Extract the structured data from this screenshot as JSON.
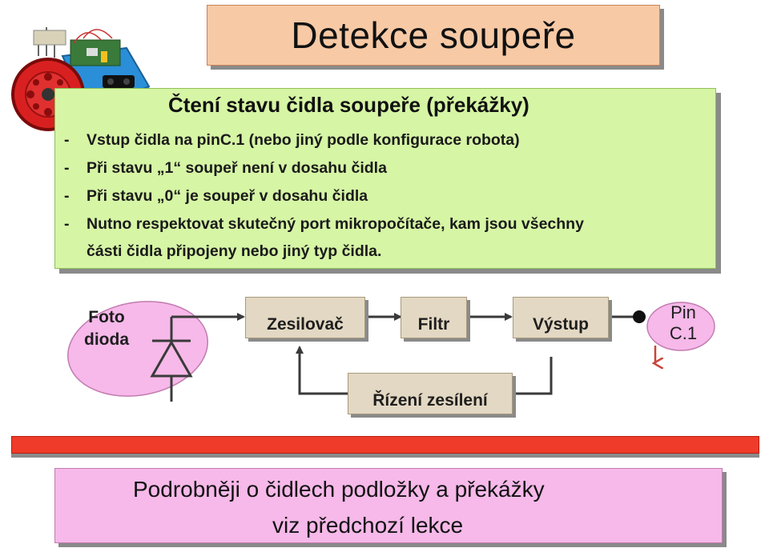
{
  "title": "Detekce soupeře",
  "robot_image": "robot-photo",
  "info": {
    "heading": "Čtení stavu čidla soupeře (překážky)",
    "lines": [
      {
        "dash": "-",
        "text": "Vstup čidla na pinC.1 (nebo jiný podle konfigurace robota)"
      },
      {
        "dash": "-",
        "text": "Při stavu „1“ soupeř není v dosahu čidla"
      },
      {
        "dash": "-",
        "text": "Při stavu „0“ je soupeř v dosahu čidla"
      },
      {
        "dash": "-",
        "text": "Nutno respektovat skutečný port mikropočítače, kam jsou všechny"
      },
      {
        "dash": "",
        "text": "části čidla připojeny nebo jiný typ čidla."
      }
    ]
  },
  "diagram": {
    "photodiode_label_1": "Foto",
    "photodiode_label_2": "dioda",
    "zesilovac": "Zesilovač",
    "filtr": "Filtr",
    "vystup": "Výstup",
    "rizeni": "Řízení zesílení",
    "pin_1": "Pin",
    "pin_2": "C.1"
  },
  "footer": {
    "line1": "Podrobněji o čidlech podložky a překážky",
    "line2": "viz předchozí lekce"
  },
  "colors": {
    "title_bg": "#f7c9a5",
    "info_bg": "#d6f5a5",
    "block_bg": "#e3d8c3",
    "ellipse_bg": "#f6b9e9",
    "red_bar": "#ee3b2a",
    "footer_bg": "#f6b9e9",
    "arrow_red": "#c8453a"
  }
}
